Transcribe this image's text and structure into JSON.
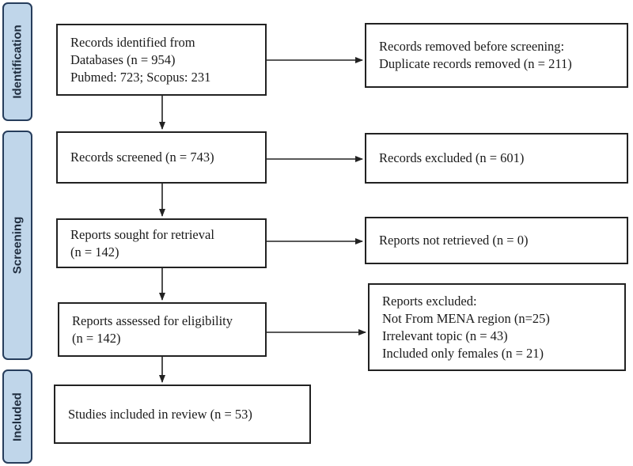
{
  "phases": {
    "identification": "Identification",
    "screening": "Screening",
    "included": "Included"
  },
  "boxes": {
    "records_identified": [
      "Records identified from",
      "Databases (n = 954)",
      "Pubmed: 723; Scopus: 231"
    ],
    "records_removed": [
      "Records removed before screening:",
      "Duplicate records removed (n = 211)"
    ],
    "records_screened": [
      "Records screened (n = 743)"
    ],
    "records_excluded": [
      "Records excluded (n = 601)"
    ],
    "reports_sought": [
      "Reports sought for retrieval",
      "(n = 142)"
    ],
    "reports_not_retrieved": [
      "Reports not retrieved (n = 0)"
    ],
    "reports_assessed": [
      "Reports assessed for eligibility",
      "(n = 142)"
    ],
    "reports_excluded": [
      "Reports excluded:",
      "Not From MENA region (n=25)",
      "Irrelevant topic (n = 43)",
      "Included only females (n = 21)"
    ],
    "studies_included": [
      "Studies included in review (n = 53)"
    ]
  },
  "colors": {
    "phase_fill": "#c0d6ea",
    "phase_border": "#263d5c",
    "box_border": "#222222"
  }
}
